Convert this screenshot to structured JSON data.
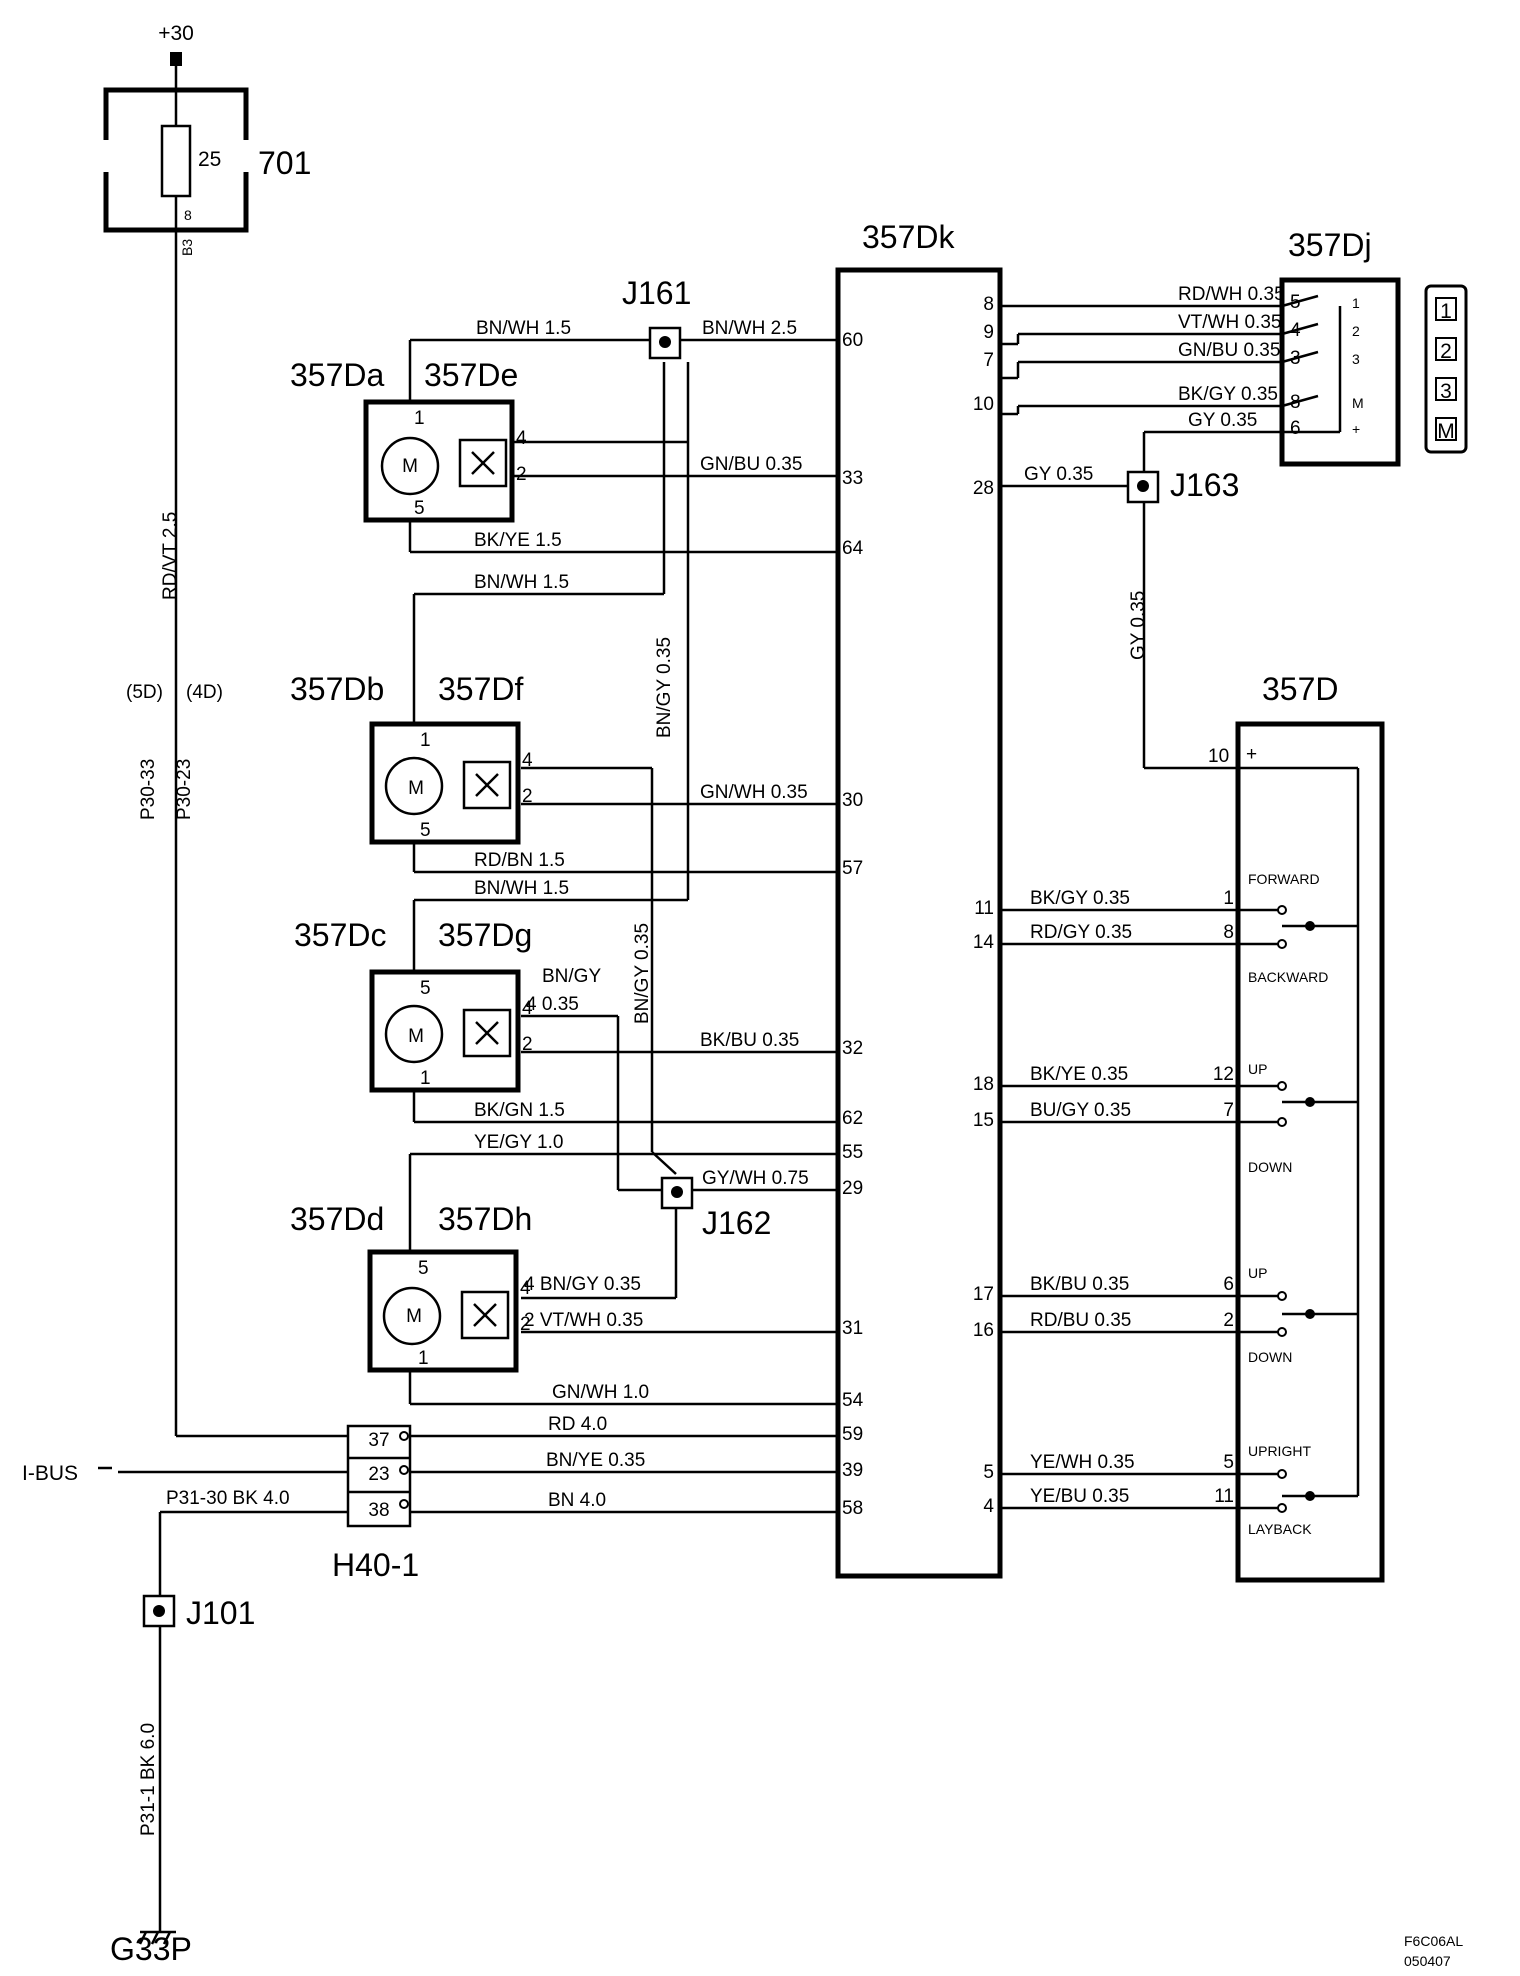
{
  "supply": "+30",
  "fuse": {
    "id": "701",
    "rating": "25",
    "pin": "8",
    "slot": "B3"
  },
  "ground_id": "G33P",
  "drawing_code": "F6C06AL",
  "drawing_date": "050407",
  "ibus_label": "I-BUS",
  "connector_id": "H40-1",
  "connector_pins": [
    "37",
    "23",
    "38"
  ],
  "module_id": "357Dk",
  "switch_id": "357Dj",
  "switch_panel_id": "357D",
  "motors": [
    {
      "motor_id": "357Da",
      "sensor_id": "357De",
      "pins": [
        "1",
        "5",
        "4",
        "2"
      ]
    },
    {
      "motor_id": "357Db",
      "sensor_id": "357Df",
      "pins": [
        "1",
        "5",
        "4",
        "2"
      ]
    },
    {
      "motor_id": "357Dc",
      "sensor_id": "357Dg",
      "pins": [
        "5",
        "1",
        "4",
        "2"
      ]
    },
    {
      "motor_id": "357Dd",
      "sensor_id": "357Dh",
      "pins": [
        "5",
        "1",
        "4",
        "2"
      ]
    }
  ],
  "motor_symbol": "M",
  "junctions": [
    "J161",
    "J162",
    "J163",
    "J101"
  ],
  "wires_left": [
    {
      "label": "BN/WH   1.5",
      "pin": ""
    },
    {
      "label": "BN/WH 2.5",
      "pin": "60"
    },
    {
      "label": "GN/BU  0.35",
      "pin": "33"
    },
    {
      "label": "BK/YE     1.5",
      "pin": "64"
    },
    {
      "label": "BN/WH   1.5",
      "pin": ""
    },
    {
      "label": "GN/WH  0.35",
      "pin": "30"
    },
    {
      "label": "RD/BN     1.5",
      "pin": "57"
    },
    {
      "label": "BN/WH   1.5",
      "pin": ""
    },
    {
      "label": "BK/BU    0.35",
      "pin": "32"
    },
    {
      "label": "BK/GN     1.5",
      "pin": "62"
    },
    {
      "label": "YE/GY     1.0",
      "pin": "55"
    },
    {
      "label": "GY/WH  0.75",
      "pin": "29"
    },
    {
      "label": "4 BN/GY  0.35",
      "pin": ""
    },
    {
      "label": "2  VT/WH  0.35",
      "pin": "31"
    },
    {
      "label": "GN/WH  1.0",
      "pin": "54"
    },
    {
      "label": "RD 4.0",
      "pin": "59"
    },
    {
      "label": "BN/YE 0.35",
      "pin": "39"
    },
    {
      "label": "BN 4.0",
      "pin": "58"
    },
    {
      "label": "P31-30  BK    4.0",
      "pin": ""
    }
  ],
  "vertical_labels": [
    "RD/VT  2.5",
    "BN/GY  0.35",
    "BN/GY  0.35",
    "GY  0.35",
    "P31-1  BK  6.0",
    "P30-33",
    "P30-23"
  ],
  "split_labels": [
    "(5D)",
    "(4D)"
  ],
  "dg_extra": [
    "BN/GY",
    "4 0.35"
  ],
  "dj_wires": [
    {
      "pin_dk": "8",
      "label": "RD/WH  0.35",
      "pin_dj": "5",
      "contact": "1"
    },
    {
      "pin_dk": "9",
      "label": "VT/WH  0.35",
      "pin_dj": "4",
      "contact": "2"
    },
    {
      "pin_dk": "7",
      "label": "GN/BU   0.35",
      "pin_dj": "3",
      "contact": "3"
    },
    {
      "pin_dk": "10",
      "label": "BK/GY   0.35",
      "pin_dj": "8",
      "contact": "M"
    },
    {
      "pin_dk": "",
      "label": "GY     0.35",
      "pin_dj": "6",
      "contact": "+"
    }
  ],
  "keypad_keys": [
    "1",
    "2",
    "3",
    "M"
  ],
  "j163_wire": {
    "pin_dk": "28",
    "label": "GY  0.35"
  },
  "d_input": {
    "pin": "10",
    "sign": "+"
  },
  "d_groups": [
    {
      "top": "FORWARD",
      "bottom": "BACKWARD",
      "a": {
        "pin_dk": "11",
        "label": "BK/GY   0.35",
        "pin_d": "1"
      },
      "b": {
        "pin_dk": "14",
        "label": "RD/GY   0.35",
        "pin_d": "8"
      }
    },
    {
      "top": "UP",
      "bottom": "DOWN",
      "a": {
        "pin_dk": "18",
        "label": "BK/YE   0.35",
        "pin_d": "12"
      },
      "b": {
        "pin_dk": "15",
        "label": "BU/GY   0.35",
        "pin_d": "7"
      }
    },
    {
      "top": "UP",
      "bottom": "DOWN",
      "a": {
        "pin_dk": "17",
        "label": "BK/BU   0.35",
        "pin_d": "6"
      },
      "b": {
        "pin_dk": "16",
        "label": "RD/BU   0.35",
        "pin_d": "2"
      }
    },
    {
      "top": "UPRIGHT",
      "bottom": "LAYBACK",
      "a": {
        "pin_dk": "5",
        "label": "YE/WH   0.35",
        "pin_d": "5"
      },
      "b": {
        "pin_dk": "4",
        "label": "YE/BU   0.35",
        "pin_d": "11"
      }
    }
  ]
}
